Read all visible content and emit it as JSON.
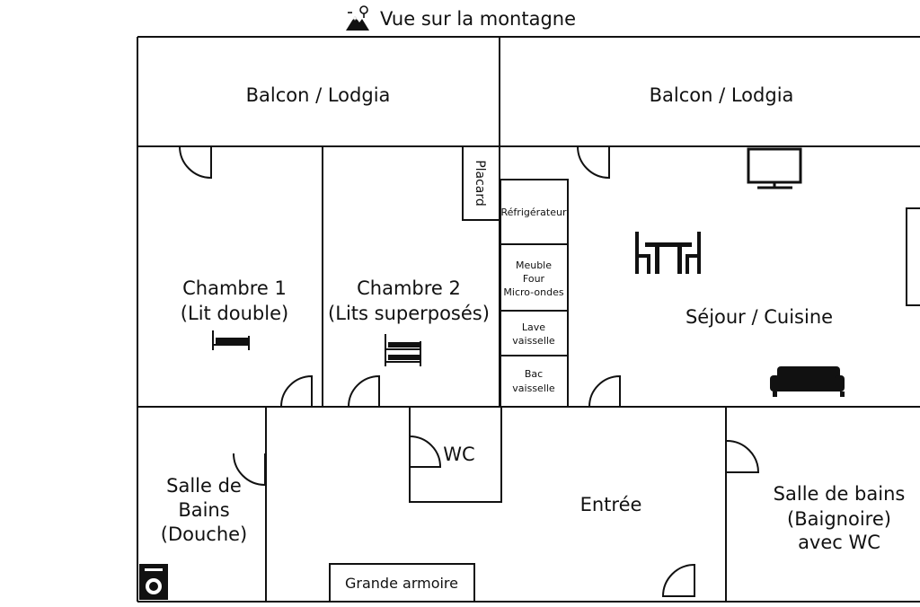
{
  "header": {
    "title": "Vue sur la montagne",
    "icon": "mountain-icon"
  },
  "rooms": {
    "balcony_left": "Balcon / Lodgia",
    "balcony_right": "Balcon / Lodgia",
    "bedroom1": {
      "name": "Chambre 1",
      "detail": "(Lit double)"
    },
    "bedroom2": {
      "name": "Chambre 2",
      "detail": "(Lits superposés)"
    },
    "closet": "Placard",
    "kitchen": {
      "fridge": "Réfrigérateur",
      "cabinet": [
        "Meuble",
        "Four",
        "Micro-ondes"
      ],
      "dishwasher": [
        "Lave",
        "vaisselle"
      ],
      "sink": [
        "Bac",
        "vaisselle"
      ]
    },
    "living": "Séjour / Cuisine",
    "shower_room": [
      "Salle de",
      "Bains",
      "(Douche)"
    ],
    "wc": "WC",
    "entrance": "Entrée",
    "wardrobe": "Grande armoire",
    "bathroom": [
      "Salle de bains",
      "(Baignoire)",
      "avec WC"
    ]
  },
  "icons": [
    "mountain-icon",
    "bed-icon",
    "bunk-bed-icon",
    "tv-icon",
    "dining-table-icon",
    "sofa-icon",
    "washing-machine-icon",
    "door-icon"
  ],
  "colors": {
    "line": "#111111",
    "background": "#ffffff"
  }
}
